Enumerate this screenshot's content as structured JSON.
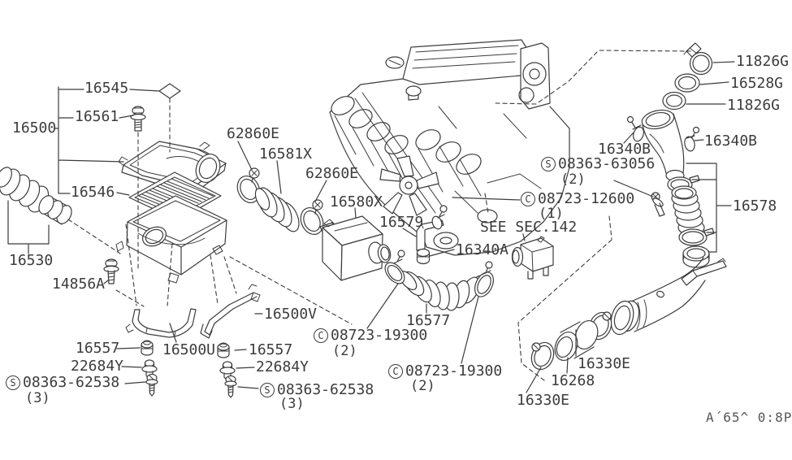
{
  "colors": {
    "line": "#3c3c3c",
    "background": "#ffffff"
  },
  "corner_code": "A´65^ 0:8P",
  "note": {
    "see_section": "SEE SEC.142"
  },
  "labels": {
    "l16545": "16545",
    "l16561": "16561",
    "l16500": "16500",
    "l16546": "16546",
    "l16530": "16530",
    "l14856A": "14856A",
    "l62860E_a": "62860E",
    "l16581X": "16581X",
    "l62860E_b": "62860E",
    "l16580X": "16580X",
    "l16579": "16579",
    "l16340A": "16340A",
    "l16577": "16577",
    "l16500V": "16500V",
    "l16557_a": "16557",
    "l16500U": "16500U",
    "l22684Y_a": "22684Y",
    "l16557_b": "16557",
    "l22684Y_b": "22684Y",
    "l11826G_a": "11826G",
    "l16528G": "16528G",
    "l11826G_b": "11826G",
    "l16340B_a": "16340B",
    "l16340B_b": "16340B",
    "l16578": "16578",
    "l16330E_a": "16330E",
    "l16268": "16268",
    "l16330E_b": "16330E"
  },
  "callouts": {
    "c19300a": {
      "prefix": "C",
      "number": "08723-19300",
      "qty": "(2)"
    },
    "c19300b": {
      "prefix": "C",
      "number": "08723-19300",
      "qty": "(2)"
    },
    "c12600": {
      "prefix": "C",
      "number": "08723-12600",
      "qty": "(1)"
    },
    "s62538a": {
      "prefix": "S",
      "number": "08363-62538",
      "qty": "(3)"
    },
    "s62538b": {
      "prefix": "S",
      "number": "08363-62538",
      "qty": "(3)"
    },
    "s63056": {
      "prefix": "S",
      "number": "08363-63056",
      "qty": "(2)"
    }
  }
}
